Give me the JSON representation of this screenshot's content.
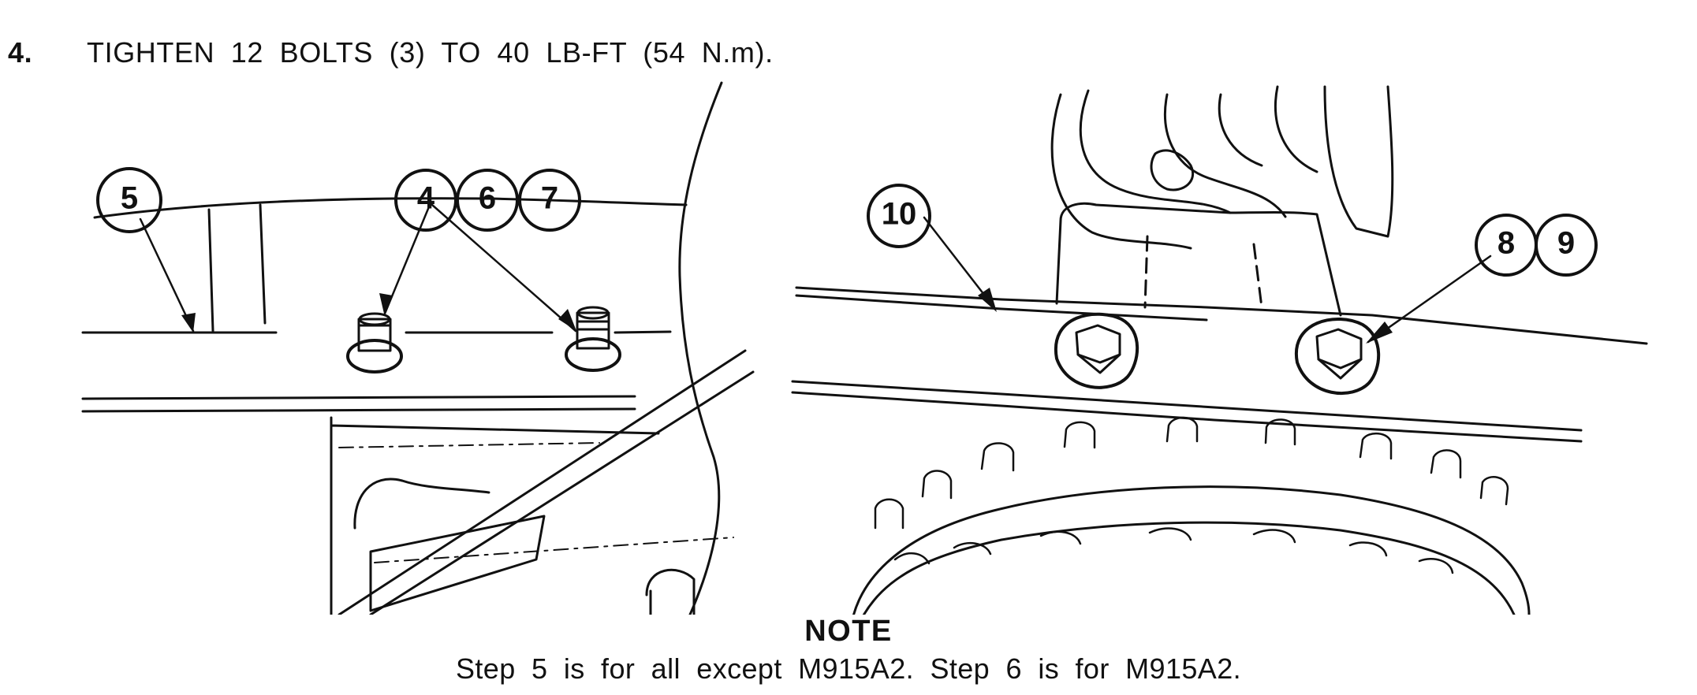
{
  "step": {
    "number": "4.",
    "instruction": "TIGHTEN 12 BOLTS (3) TO 40 LB-FT (54 N.m)."
  },
  "callouts": {
    "left": [
      "5",
      "4",
      "6",
      "7"
    ],
    "right": [
      "10",
      "8",
      "9"
    ]
  },
  "note": {
    "title": "NOTE",
    "text": "Step 5 is for all except M915A2. Step 6 is for M915A2."
  },
  "colors": {
    "ink": "#111111",
    "paper": "#ffffff"
  }
}
